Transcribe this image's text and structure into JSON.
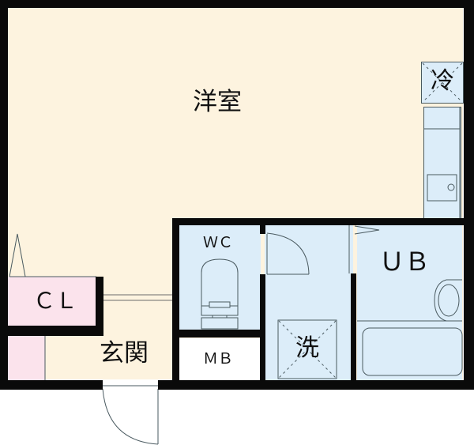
{
  "floorplan": {
    "rooms": {
      "western_room": {
        "label": "洋室",
        "color": "#fdf3df"
      },
      "closet": {
        "label": "ＣＬ",
        "color": "#fbe3ec"
      },
      "entrance": {
        "label": "玄関",
        "color": "#fdf3df"
      },
      "toilet": {
        "label": "ＷＣ",
        "color": "#dcedf9"
      },
      "meter_box": {
        "label": "ＭＢ",
        "color": "#ffffff"
      },
      "washroom": {
        "label": "洗",
        "color": "#dcedf9"
      },
      "unit_bath": {
        "label": "ＵＢ",
        "color": "#dcedf9"
      }
    },
    "fixtures": {
      "refrigerator": {
        "label": "冷",
        "color": "#dcedf9"
      },
      "kitchen": {
        "color": "#dcedf9"
      }
    },
    "colors": {
      "wall": "#0a0a0a",
      "line": "#4a5a60"
    }
  }
}
